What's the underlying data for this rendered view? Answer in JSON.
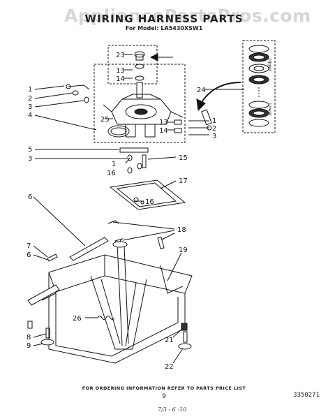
{
  "watermark": "AppliancePartsPros.com",
  "title": "WIRING HARNESS PARTS",
  "model_line": "For Model: LA5430XSW1",
  "callouts": {
    "c1a": "1",
    "c2a": "2",
    "c3a": "3",
    "c4": "4",
    "c5": "5",
    "c3b": "3",
    "c6a": "6",
    "c7": "7",
    "c6b": "6",
    "c8": "8",
    "c9": "9",
    "c23": "23",
    "c13a": "13",
    "c14a": "14",
    "c25": "25",
    "c13b": "13",
    "c14b": "14",
    "c24": "24",
    "c1b": "1",
    "c2b": "2",
    "c3c": "3",
    "c1c": "1",
    "c16a": "16",
    "c15": "15",
    "c17": "17",
    "c16b": "16",
    "c18": "18",
    "c19": "19",
    "c26": "26",
    "c21": "21",
    "c22": "22"
  },
  "labels": {
    "upper": "Upper",
    "lower": "Lower"
  },
  "footer_note": "FOR ORDERING INFORMATION REFER TO PARTS PRICE LIST",
  "page_number": "9",
  "document_number": "3350271",
  "handwritten": "7/3 - 6 -10"
}
